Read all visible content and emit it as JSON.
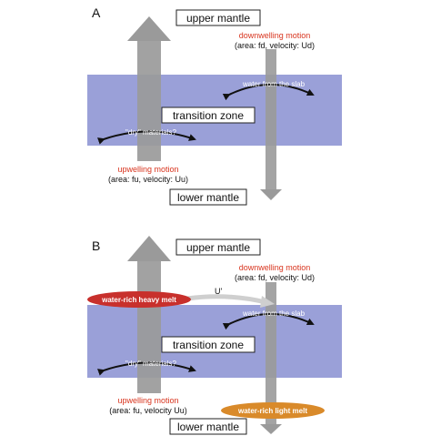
{
  "panels": [
    {
      "letter": "A",
      "upper_mantle": "upper mantle",
      "transition_zone": "transition zone",
      "lower_mantle": "lower mantle",
      "downwelling_title": "downwelling motion",
      "downwelling_params": "(area: fd, velocity: Ud)",
      "upwelling_title": "upwelling motion",
      "upwelling_params": "(area: fu, velocity: Uu)",
      "water_slab": "water from the slab",
      "dry_materials": "\"dry\" materials?"
    },
    {
      "letter": "B",
      "upper_mantle": "upper mantle",
      "transition_zone": "transition zone",
      "lower_mantle": "lower mantle",
      "downwelling_title": "downwelling motion",
      "downwelling_params": "(area: fd, velocity: Ud)",
      "upwelling_title": "upwelling motion",
      "upwelling_params": "(area: fu, velocity Uu)",
      "water_slab": "water from the slab",
      "dry_materials": "\"dry\" materials?",
      "heavy_melt_label": "water-rich heavy melt",
      "light_melt_label": "water-rich light melt",
      "u_prime": "U'"
    }
  ],
  "colors": {
    "transition_band": "#9aa0d8",
    "column": "#9a9a9a",
    "red_text": "#d8341e",
    "heavy_melt": "#c8302c",
    "light_melt": "#d98a2a"
  }
}
